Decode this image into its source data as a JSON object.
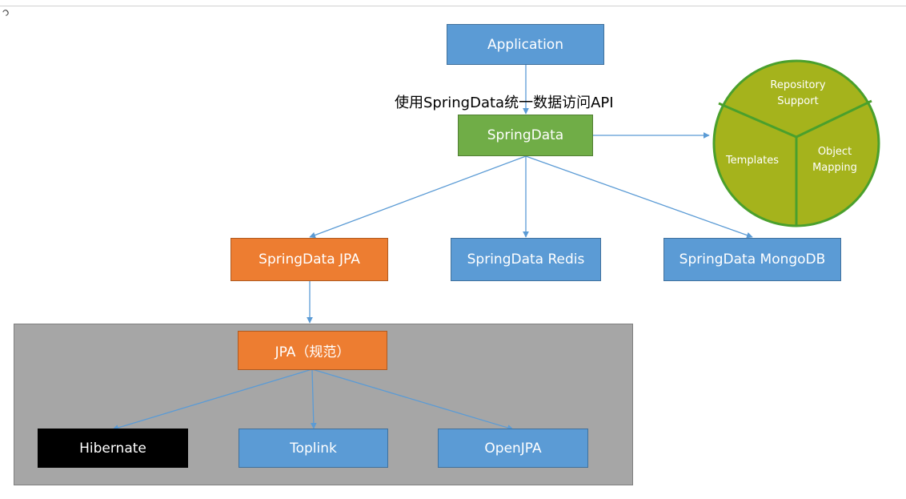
{
  "nodes": {
    "application": "Application",
    "springdata": "SpringData",
    "springdata_jpa": "SpringData JPA",
    "springdata_redis": "SpringData Redis",
    "springdata_mongodb": "SpringData MongoDB",
    "jpa_spec": "JPA（规范）",
    "hibernate": "Hibernate",
    "toplink": "Toplink",
    "openjpa": "OpenJPA"
  },
  "api_note": "使用SpringData统一数据访问API",
  "feature_circle": {
    "repository_line1": "Repository",
    "repository_line2": "Support",
    "templates": "Templates",
    "object_mapping_line1": "Object",
    "object_mapping_line2": "Mapping"
  },
  "colors": {
    "blue": "#5b9bd5",
    "green": "#70ad47",
    "orange": "#ed7d31",
    "black": "#000000",
    "panel_gray": "#a6a6a6",
    "circle_fill": "#a5b31c",
    "circle_border": "#4aa02c"
  }
}
